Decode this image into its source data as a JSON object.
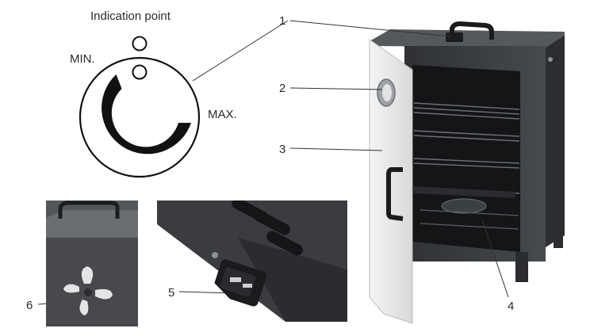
{
  "dial": {
    "indication_label": "Indication point",
    "min_label": "MIN.",
    "max_label": "MAX."
  },
  "callouts": [
    "1",
    "2",
    "3",
    "4",
    "5",
    "6"
  ],
  "colors": {
    "cabinet": "#3b3d40",
    "cabinet_dark": "#1b1c1e",
    "door": "#ececec",
    "line": "#333333"
  }
}
